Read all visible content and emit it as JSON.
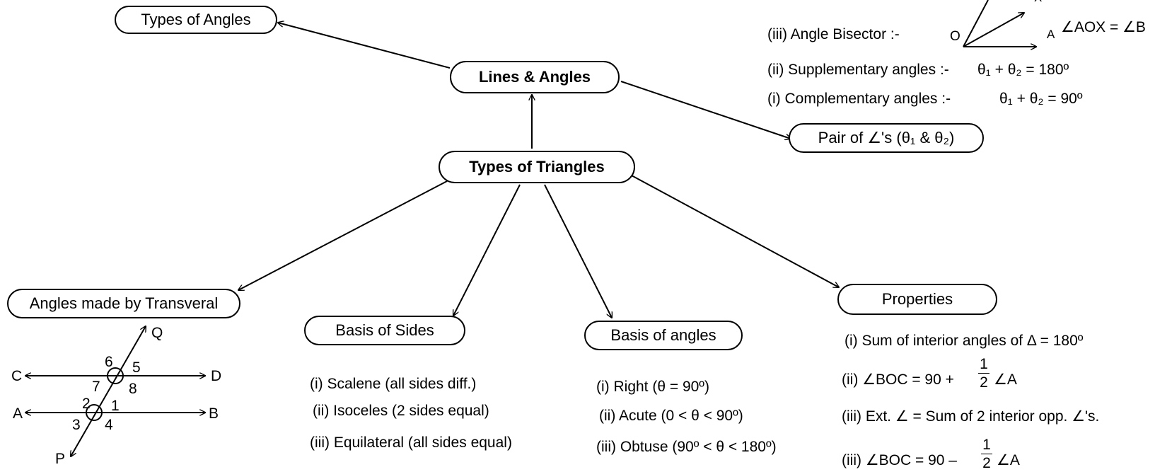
{
  "nodes": {
    "types_of_angles": "Types of Angles",
    "lines_and_angles": "Lines & Angles",
    "types_of_triangles": "Types of Triangles",
    "pair_of_angles": "Pair of ∠'s (θ₁ & θ₂)",
    "transversal": "Angles made by Transveral",
    "basis_of_sides": "Basis of Sides",
    "basis_of_angles": "Basis of angles",
    "properties": "Properties"
  },
  "pair": {
    "bisector_label": "(iii) Angle Bisector  :-",
    "bisector_formula": "∠AOX = ∠B",
    "bisector_O": "O",
    "bisector_A": "A",
    "bisector_X": "X",
    "supplementary_label": "(ii) Supplementary angles  :-",
    "supplementary_formula": "θ₁ + θ₂ = 180º",
    "complementary_label": "(i) Complementary angles  :-",
    "complementary_formula": "θ₁ + θ₂ = 90º"
  },
  "sides": [
    "(i) Scalene (all sides diff.)",
    "(ii) Isoceles (2 sides equal)",
    "(iii) Equilateral (all sides equal)"
  ],
  "angles": [
    "(i) Right (θ = 90º)",
    "(ii) Acute (0 <  θ < 90º)",
    "(iii) Obtuse (90º <  θ < 180º)"
  ],
  "properties": {
    "p1": "(i) Sum of interior angles of Δ = 180º",
    "p2_prefix": "(ii) ∠BOC = 90 +",
    "p2_suffix": "∠A",
    "p3": "(iii) Ext. ∠ = Sum of 2 interior opp. ∠'s.",
    "p4_prefix": "(iii) ∠BOC = 90 –",
    "p4_suffix": "∠A",
    "frac_num": "1",
    "frac_den": "2"
  },
  "transversal_figure": {
    "Q": "Q",
    "P": "P",
    "C": "C",
    "D": "D",
    "A": "A",
    "B": "B",
    "n1": "1",
    "n2": "2",
    "n3": "3",
    "n4": "4",
    "n5": "5",
    "n6": "6",
    "n7": "7",
    "n8": "8"
  }
}
